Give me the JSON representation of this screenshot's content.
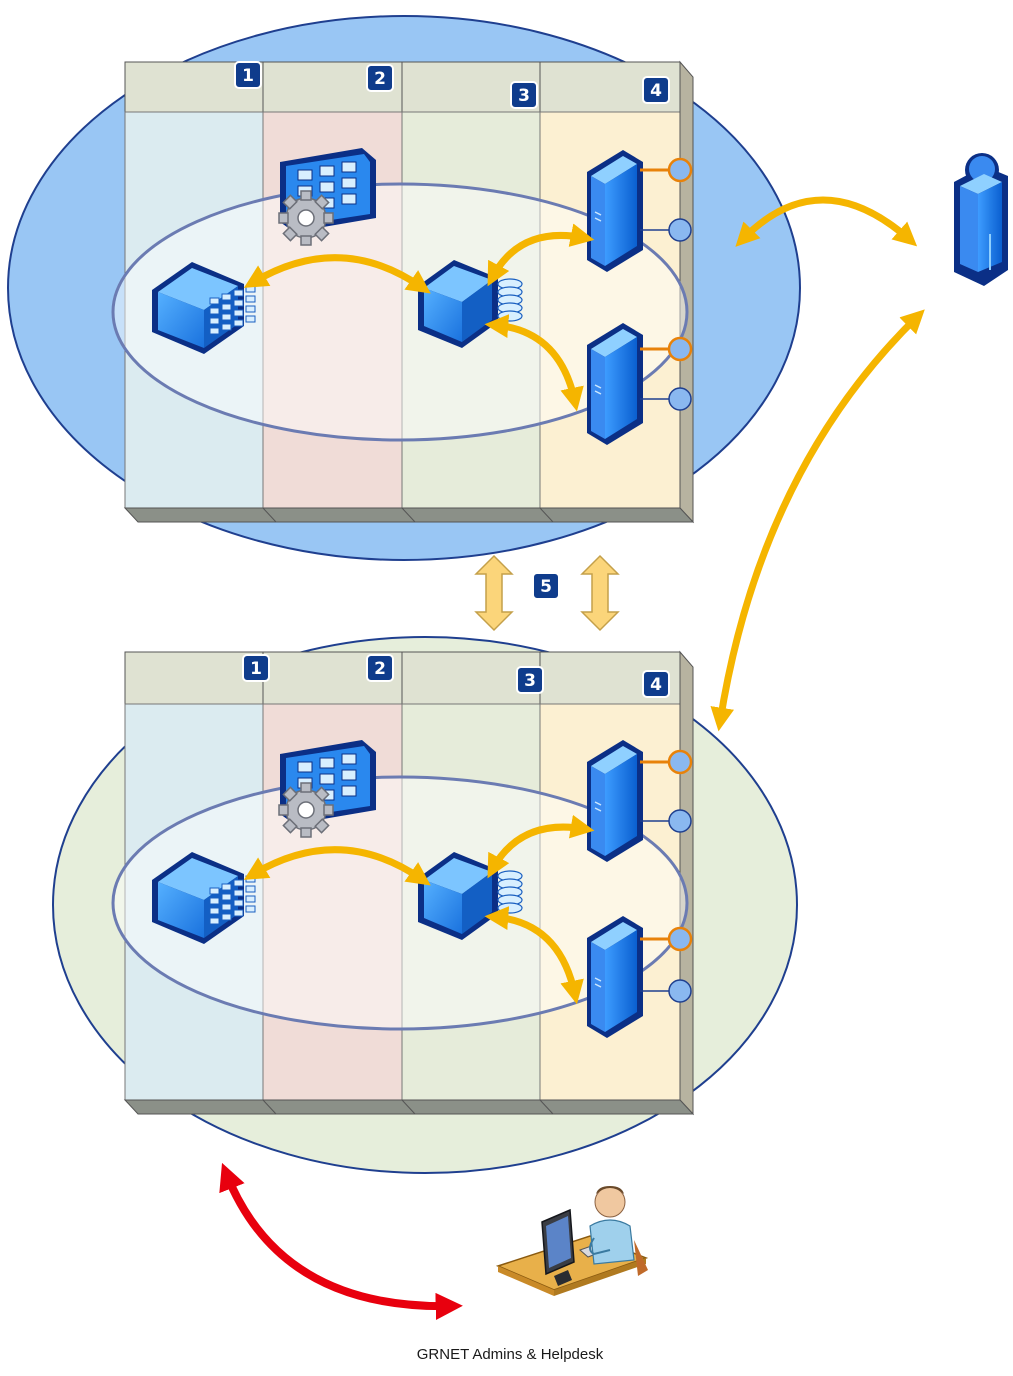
{
  "colors": {
    "top_ellipse": "#99c6f4",
    "bottom_ellipse": "#e6eedb",
    "ellipse_stroke": "#1f3f8f",
    "column_tints": [
      "#dbebf0",
      "#f0dcd7",
      "#e6ecda",
      "#fcf0d2"
    ],
    "header_fill": "#dfe2d2",
    "yellow_arrow": "#f5b500",
    "red_arrow": "#e8000e",
    "badge": "#0f3c8c",
    "server_blue": "#1e78e6"
  },
  "platforms": [
    {
      "id": "top",
      "ellipse_color": "top_ellipse",
      "column_badges": [
        "1",
        "2",
        "3",
        "4"
      ]
    },
    {
      "id": "bottom",
      "ellipse_color": "bottom_ellipse",
      "column_badges": [
        "1",
        "2",
        "3",
        "4"
      ]
    }
  ],
  "sync_badge": "5",
  "icons": [
    "user-icon",
    "admin-workstation-icon",
    "server-icon",
    "storage-cube-icon",
    "database-cube-icon",
    "dashboard-gear-icon",
    "network-port-icon"
  ],
  "caption": "GRNET Admins & Helpdesk"
}
